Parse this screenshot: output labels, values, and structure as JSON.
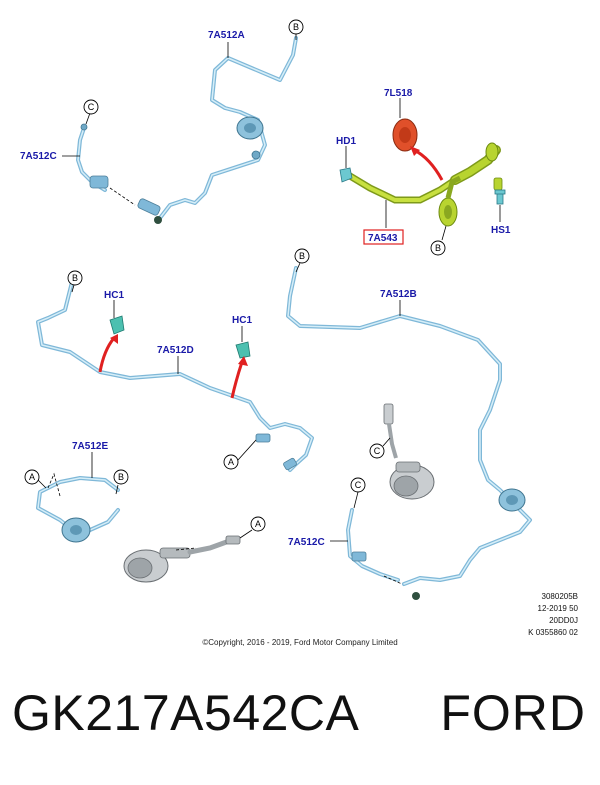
{
  "labels": {
    "hose_a": "7A512A",
    "hose_b": "7A512B",
    "hose_c_top": "7A512C",
    "hose_c_bottom": "7A512C",
    "hose_d": "7A512D",
    "hose_e": "7A512E",
    "master_cylinder": "7A543",
    "reservoir_cap": "7L518",
    "hd1": "HD1",
    "hs1": "HS1",
    "hc1_left": "HC1",
    "hc1_right": "HC1"
  },
  "callouts": {
    "a": "A",
    "b": "B",
    "c": "C"
  },
  "reference_block": [
    "3080205B",
    "12-2019 50",
    "20DD0J",
    "K 0355860 02"
  ],
  "copyright": "©Copyright, 2016 - 2019, Ford Motor Company Limited",
  "part_number": "GK217A542CA",
  "brand": "FORD",
  "colors": {
    "label_blue": "#1a1aa8",
    "pipe": "#7fb8d8",
    "highlight_part": "#b8d430",
    "cap_orange": "#e0502a",
    "arrow_red": "#e02020",
    "highlight_frame": "#e02020"
  }
}
